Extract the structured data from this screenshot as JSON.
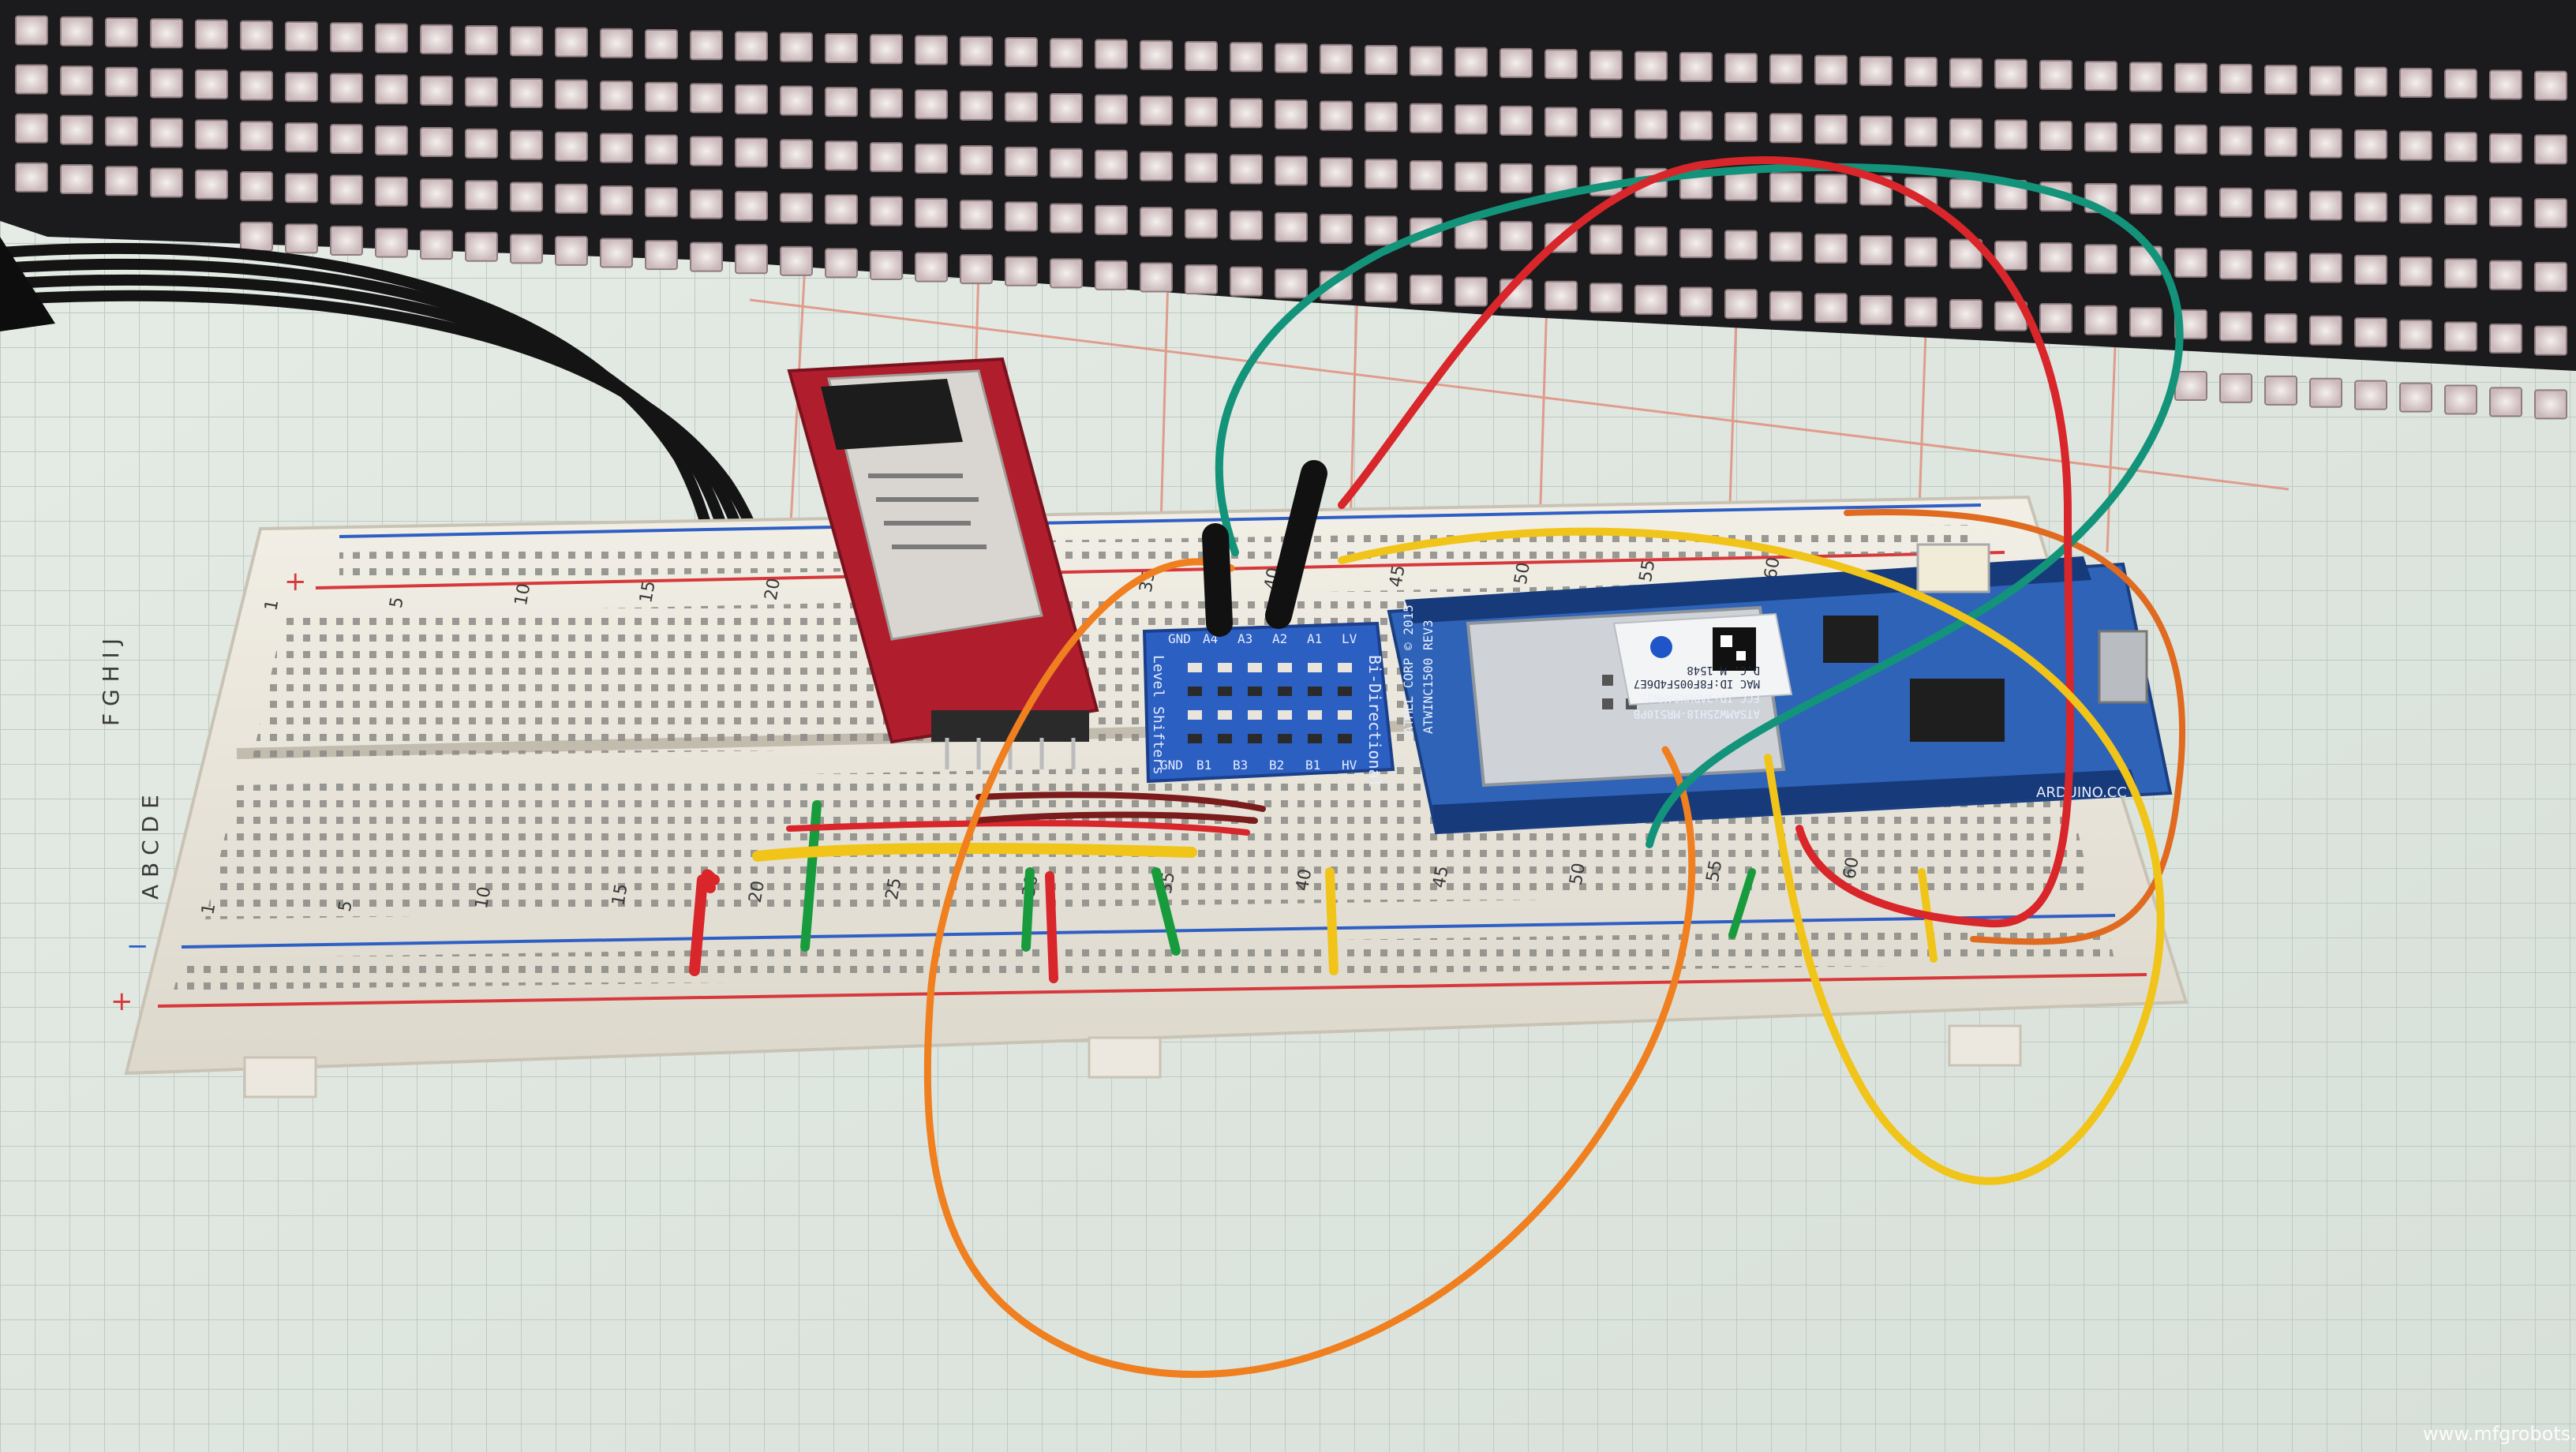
{
  "image": {
    "kind": "photo",
    "watermark": "www.mfgrobots.com"
  },
  "breadboard": {
    "column_numbers": [
      "1",
      "5",
      "10",
      "15",
      "20",
      "25",
      "30",
      "35",
      "40",
      "45",
      "50",
      "55",
      "60"
    ],
    "row_letters_top": "F G H I J",
    "row_letters_bottom": "A B C D E",
    "rail_plus": "+",
    "rail_minus": "−"
  },
  "level_shifter": {
    "title": "Bi-Directional",
    "subtitle": "Level Shifters",
    "pins_top": [
      "GND",
      "A4",
      "A3",
      "A2",
      "A1",
      "LV"
    ],
    "pins_bottom": [
      "GND",
      "B1",
      "B3",
      "B2",
      "B1",
      "HV"
    ]
  },
  "arduino_board": {
    "brand": "ARDUINO.CC",
    "module_line_1": "ATSAMW25H18-MR510PB",
    "module_line_2": "FCC ID:2ADHKSAMW25",
    "module_line_3": "MAC ID:F8F005F4D6E7",
    "module_line_4": "D.C. M 1548",
    "module_line_5": "ATMEL CORP © 2015",
    "module_line_6": "ATWINC1500 REV3"
  },
  "colors": {
    "wire_red": "#d8262b",
    "wire_green": "#13937a",
    "wire_yellow": "#f1c419",
    "wire_orange": "#ef7f1f",
    "wire_black": "#141414",
    "board_blue": "#2e63b8",
    "breakout_red": "#b01e2e",
    "grid_line": "#b7c8c0",
    "pcb_dark": "#1b1b1d"
  }
}
